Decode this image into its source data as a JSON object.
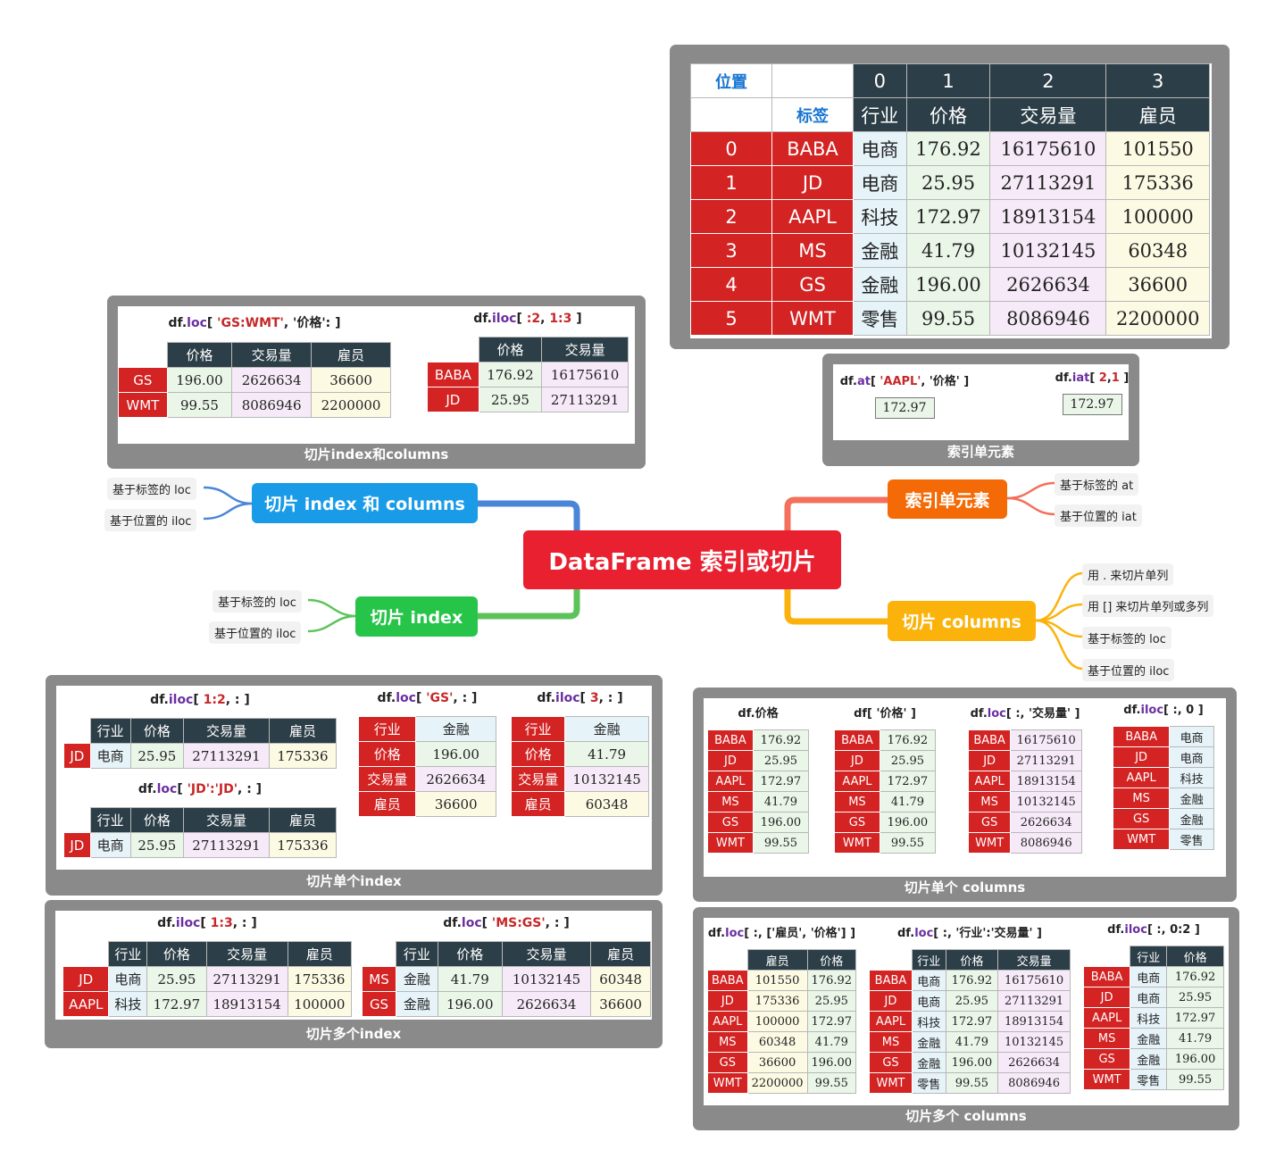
{
  "center": "DataFrame 索引或切片",
  "branches": {
    "idxcols": {
      "label": "切片 index 和 columns",
      "leaves": [
        "基于标签的 loc",
        "基于位置的 iloc"
      ]
    },
    "index": {
      "label": "切片 index",
      "leaves": [
        "基于标签的 loc",
        "基于位置的 iloc"
      ]
    },
    "single": {
      "label": "索引单元素",
      "leaves": [
        "基于标签的 at",
        "基于位置的 iat"
      ]
    },
    "columns": {
      "label": "切片 columns",
      "leaves": [
        "用 . 来切片单列",
        "用 [] 来切片单列或多列",
        "基于标签的 loc",
        "基于位置的 iloc"
      ]
    }
  },
  "main_table": {
    "pos_label": "位置",
    "label_label": "标签",
    "col_positions": [
      "0",
      "1",
      "2",
      "3"
    ],
    "columns": [
      "行业",
      "价格",
      "交易量",
      "雇员"
    ],
    "rows": [
      {
        "pos": "0",
        "label": "BABA",
        "cells": [
          "电商",
          "176.92",
          "16175610",
          "101550"
        ]
      },
      {
        "pos": "1",
        "label": "JD",
        "cells": [
          "电商",
          "25.95",
          "27113291",
          "175336"
        ]
      },
      {
        "pos": "2",
        "label": "AAPL",
        "cells": [
          "科技",
          "172.97",
          "18913154",
          "100000"
        ]
      },
      {
        "pos": "3",
        "label": "MS",
        "cells": [
          "金融",
          "41.79",
          "10132145",
          "60348"
        ]
      },
      {
        "pos": "4",
        "label": "GS",
        "cells": [
          "金融",
          "196.00",
          "2626634",
          "36600"
        ]
      },
      {
        "pos": "5",
        "label": "WMT",
        "cells": [
          "零售",
          "99.55",
          "8086946",
          "2200000"
        ]
      }
    ]
  },
  "panel_idxcols": {
    "caption": "切片index和columns",
    "blocks": [
      {
        "title": [
          [
            "n",
            "df."
          ],
          [
            "m",
            "loc"
          ],
          [
            "n",
            "[ "
          ],
          [
            "s",
            "'GS:WMT'"
          ],
          [
            "n",
            ", '价格': ]"
          ]
        ],
        "headers": [
          "价格",
          "交易量",
          "雇员"
        ],
        "rows": [
          [
            "GS",
            "196.00",
            "2626634",
            "36600"
          ],
          [
            "WMT",
            "99.55",
            "8086946",
            "2200000"
          ]
        ],
        "colors": [
          "c2",
          "c3",
          "c4"
        ]
      },
      {
        "title": [
          [
            "n",
            "df."
          ],
          [
            "m",
            "iloc"
          ],
          [
            "n",
            "[ "
          ],
          [
            "s",
            ":2"
          ],
          [
            "n",
            ", "
          ],
          [
            "s",
            "1:3"
          ],
          [
            "n",
            " ]"
          ]
        ],
        "headers": [
          "价格",
          "交易量"
        ],
        "rows": [
          [
            "BABA",
            "176.92",
            "16175610"
          ],
          [
            "JD",
            "25.95",
            "27113291"
          ]
        ],
        "colors": [
          "c2",
          "c3"
        ]
      }
    ]
  },
  "panel_single": {
    "caption": "索引单元素",
    "at": {
      "title": [
        [
          "n",
          "df."
        ],
        [
          "m",
          "at"
        ],
        [
          "n",
          "[ "
        ],
        [
          "s",
          "'AAPL'"
        ],
        [
          "n",
          ", '价格' ]"
        ]
      ],
      "value": "172.97"
    },
    "iat": {
      "title": [
        [
          "n",
          "df."
        ],
        [
          "m",
          "iat"
        ],
        [
          "n",
          "[ "
        ],
        [
          "s",
          "2"
        ],
        [
          "n",
          ","
        ],
        [
          "s",
          "1"
        ],
        [
          "n",
          " ]"
        ]
      ],
      "value": "172.97"
    }
  },
  "panel_single_index": {
    "caption": "切片单个index",
    "blocks": [
      {
        "title": [
          [
            "n",
            "df."
          ],
          [
            "m",
            "iloc"
          ],
          [
            "n",
            "[ "
          ],
          [
            "s",
            "1:2"
          ],
          [
            "n",
            ", : ]"
          ]
        ],
        "headers": [
          "行业",
          "价格",
          "交易量",
          "雇员"
        ],
        "rows": [
          [
            "JD",
            "电商",
            "25.95",
            "27113291",
            "175336"
          ]
        ],
        "colors": [
          "c1",
          "c2",
          "c3",
          "c4"
        ]
      },
      {
        "title": [
          [
            "n",
            "df."
          ],
          [
            "m",
            "loc"
          ],
          [
            "n",
            "[ "
          ],
          [
            "s",
            "'JD':'JD'"
          ],
          [
            "n",
            ", : ]"
          ]
        ],
        "headers": [
          "行业",
          "价格",
          "交易量",
          "雇员"
        ],
        "rows": [
          [
            "JD",
            "电商",
            "25.95",
            "27113291",
            "175336"
          ]
        ],
        "colors": [
          "c1",
          "c2",
          "c3",
          "c4"
        ]
      },
      {
        "title": [
          [
            "n",
            "df."
          ],
          [
            "m",
            "loc"
          ],
          [
            "n",
            "[ "
          ],
          [
            "s",
            "'GS'"
          ],
          [
            "n",
            ", : ]"
          ]
        ],
        "rows": [
          [
            "行业",
            "金融"
          ],
          [
            "价格",
            "196.00"
          ],
          [
            "交易量",
            "2626634"
          ],
          [
            "雇员",
            "36600"
          ]
        ],
        "colors": [
          "c1",
          "c2",
          "c3",
          "c4"
        ]
      },
      {
        "title": [
          [
            "n",
            "df."
          ],
          [
            "m",
            "iloc"
          ],
          [
            "n",
            "[ "
          ],
          [
            "s",
            "3"
          ],
          [
            "n",
            ", : ]"
          ]
        ],
        "rows": [
          [
            "行业",
            "金融"
          ],
          [
            "价格",
            "41.79"
          ],
          [
            "交易量",
            "10132145"
          ],
          [
            "雇员",
            "60348"
          ]
        ],
        "colors": [
          "c1",
          "c2",
          "c3",
          "c4"
        ]
      }
    ]
  },
  "panel_multi_index": {
    "caption": "切片多个index",
    "blocks": [
      {
        "title": [
          [
            "n",
            "df."
          ],
          [
            "m",
            "iloc"
          ],
          [
            "n",
            "[ "
          ],
          [
            "s",
            "1:3"
          ],
          [
            "n",
            ", : ]"
          ]
        ],
        "headers": [
          "行业",
          "价格",
          "交易量",
          "雇员"
        ],
        "rows": [
          [
            "JD",
            "电商",
            "25.95",
            "27113291",
            "175336"
          ],
          [
            "AAPL",
            "科技",
            "172.97",
            "18913154",
            "100000"
          ]
        ],
        "colors": [
          "c1",
          "c2",
          "c3",
          "c4"
        ]
      },
      {
        "title": [
          [
            "n",
            "df."
          ],
          [
            "m",
            "loc"
          ],
          [
            "n",
            "[ "
          ],
          [
            "s",
            "'MS:GS'"
          ],
          [
            "n",
            ", : ]"
          ]
        ],
        "headers": [
          "行业",
          "价格",
          "交易量",
          "雇员"
        ],
        "rows": [
          [
            "MS",
            "金融",
            "41.79",
            "10132145",
            "60348"
          ],
          [
            "GS",
            "金融",
            "196.00",
            "2626634",
            "36600"
          ]
        ],
        "colors": [
          "c1",
          "c2",
          "c3",
          "c4"
        ]
      }
    ]
  },
  "panel_single_col": {
    "caption": "切片单个 columns",
    "blocks": [
      {
        "title": [
          [
            "n",
            "df.价格"
          ]
        ],
        "rows": [
          [
            "BABA",
            "176.92"
          ],
          [
            "JD",
            "25.95"
          ],
          [
            "AAPL",
            "172.97"
          ],
          [
            "MS",
            "41.79"
          ],
          [
            "GS",
            "196.00"
          ],
          [
            "WMT",
            "99.55"
          ]
        ],
        "colors": [
          "c2"
        ]
      },
      {
        "title": [
          [
            "n",
            "df[ '价格' ]"
          ]
        ],
        "rows": [
          [
            "BABA",
            "176.92"
          ],
          [
            "JD",
            "25.95"
          ],
          [
            "AAPL",
            "172.97"
          ],
          [
            "MS",
            "41.79"
          ],
          [
            "GS",
            "196.00"
          ],
          [
            "WMT",
            "99.55"
          ]
        ],
        "colors": [
          "c2"
        ]
      },
      {
        "title": [
          [
            "n",
            "df."
          ],
          [
            "m",
            "loc"
          ],
          [
            "n",
            "[ :, '交易量' ]"
          ]
        ],
        "rows": [
          [
            "BABA",
            "16175610"
          ],
          [
            "JD",
            "27113291"
          ],
          [
            "AAPL",
            "18913154"
          ],
          [
            "MS",
            "10132145"
          ],
          [
            "GS",
            "2626634"
          ],
          [
            "WMT",
            "8086946"
          ]
        ],
        "colors": [
          "c3"
        ]
      },
      {
        "title": [
          [
            "n",
            "df."
          ],
          [
            "m",
            "iloc"
          ],
          [
            "n",
            "[ :, 0 ]"
          ]
        ],
        "rows": [
          [
            "BABA",
            "电商"
          ],
          [
            "JD",
            "电商"
          ],
          [
            "AAPL",
            "科技"
          ],
          [
            "MS",
            "金融"
          ],
          [
            "GS",
            "金融"
          ],
          [
            "WMT",
            "零售"
          ]
        ],
        "colors": [
          "c1"
        ]
      }
    ]
  },
  "panel_multi_col": {
    "caption": "切片多个 columns",
    "blocks": [
      {
        "title": [
          [
            "n",
            "df."
          ],
          [
            "m",
            "loc"
          ],
          [
            "n",
            "[ :, ['雇员', '价格'] ]"
          ]
        ],
        "headers": [
          "雇员",
          "价格"
        ],
        "rows": [
          [
            "BABA",
            "101550",
            "176.92"
          ],
          [
            "JD",
            "175336",
            "25.95"
          ],
          [
            "AAPL",
            "100000",
            "172.97"
          ],
          [
            "MS",
            "60348",
            "41.79"
          ],
          [
            "GS",
            "36600",
            "196.00"
          ],
          [
            "WMT",
            "2200000",
            "99.55"
          ]
        ],
        "colors": [
          "c4",
          "c2"
        ]
      },
      {
        "title": [
          [
            "n",
            "df."
          ],
          [
            "m",
            "loc"
          ],
          [
            "n",
            "[ :, '行业':'交易量' ]"
          ]
        ],
        "headers": [
          "行业",
          "价格",
          "交易量"
        ],
        "rows": [
          [
            "BABA",
            "电商",
            "176.92",
            "16175610"
          ],
          [
            "JD",
            "电商",
            "25.95",
            "27113291"
          ],
          [
            "AAPL",
            "科技",
            "172.97",
            "18913154"
          ],
          [
            "MS",
            "金融",
            "41.79",
            "10132145"
          ],
          [
            "GS",
            "金融",
            "196.00",
            "2626634"
          ],
          [
            "WMT",
            "零售",
            "99.55",
            "8086946"
          ]
        ],
        "colors": [
          "c1",
          "c2",
          "c3"
        ]
      },
      {
        "title": [
          [
            "n",
            "df."
          ],
          [
            "m",
            "iloc"
          ],
          [
            "n",
            "[ :, 0:2 ]"
          ]
        ],
        "headers": [
          "行业",
          "价格"
        ],
        "rows": [
          [
            "BABA",
            "电商",
            "176.92"
          ],
          [
            "JD",
            "电商",
            "25.95"
          ],
          [
            "AAPL",
            "科技",
            "172.97"
          ],
          [
            "MS",
            "金融",
            "41.79"
          ],
          [
            "GS",
            "金融",
            "196.00"
          ],
          [
            "WMT",
            "零售",
            "99.55"
          ]
        ],
        "colors": [
          "c1",
          "c2"
        ]
      }
    ]
  },
  "colors": {
    "center": "#e8202f",
    "idxcols": "#1a9be8",
    "index": "#27c44a",
    "single": "#f46a06",
    "columns": "#fbb30c",
    "panel": "#8a8a8a",
    "header": "#2c3e47",
    "index_cell": "#d32323"
  }
}
